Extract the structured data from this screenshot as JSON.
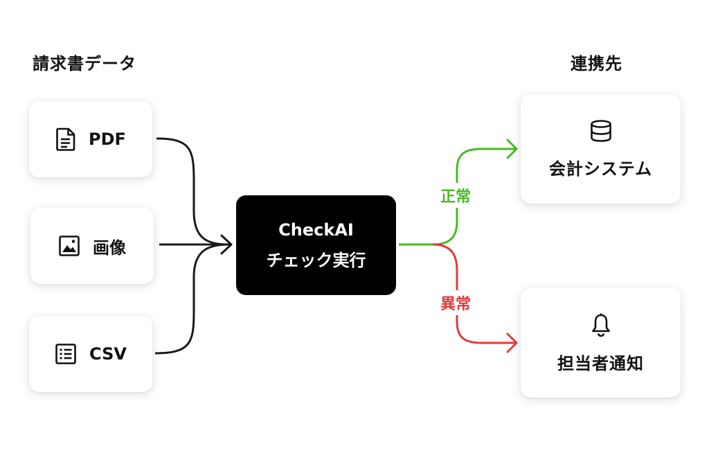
{
  "headings": {
    "inputs": "請求書データ",
    "outputs": "連携先"
  },
  "inputs": [
    {
      "label": "PDF",
      "icon": "document-icon"
    },
    {
      "label": "画像",
      "icon": "image-icon"
    },
    {
      "label": "CSV",
      "icon": "list-icon"
    }
  ],
  "hub": {
    "line1": "CheckAI",
    "line2": "チェック実行"
  },
  "branches": {
    "normal": {
      "label": "正常",
      "color": "#44bb22"
    },
    "abnormal": {
      "label": "異常",
      "color": "#e03a3a"
    }
  },
  "outputs": [
    {
      "label": "会計システム",
      "icon": "database-icon"
    },
    {
      "label": "担当者通知",
      "icon": "bell-icon"
    }
  ]
}
